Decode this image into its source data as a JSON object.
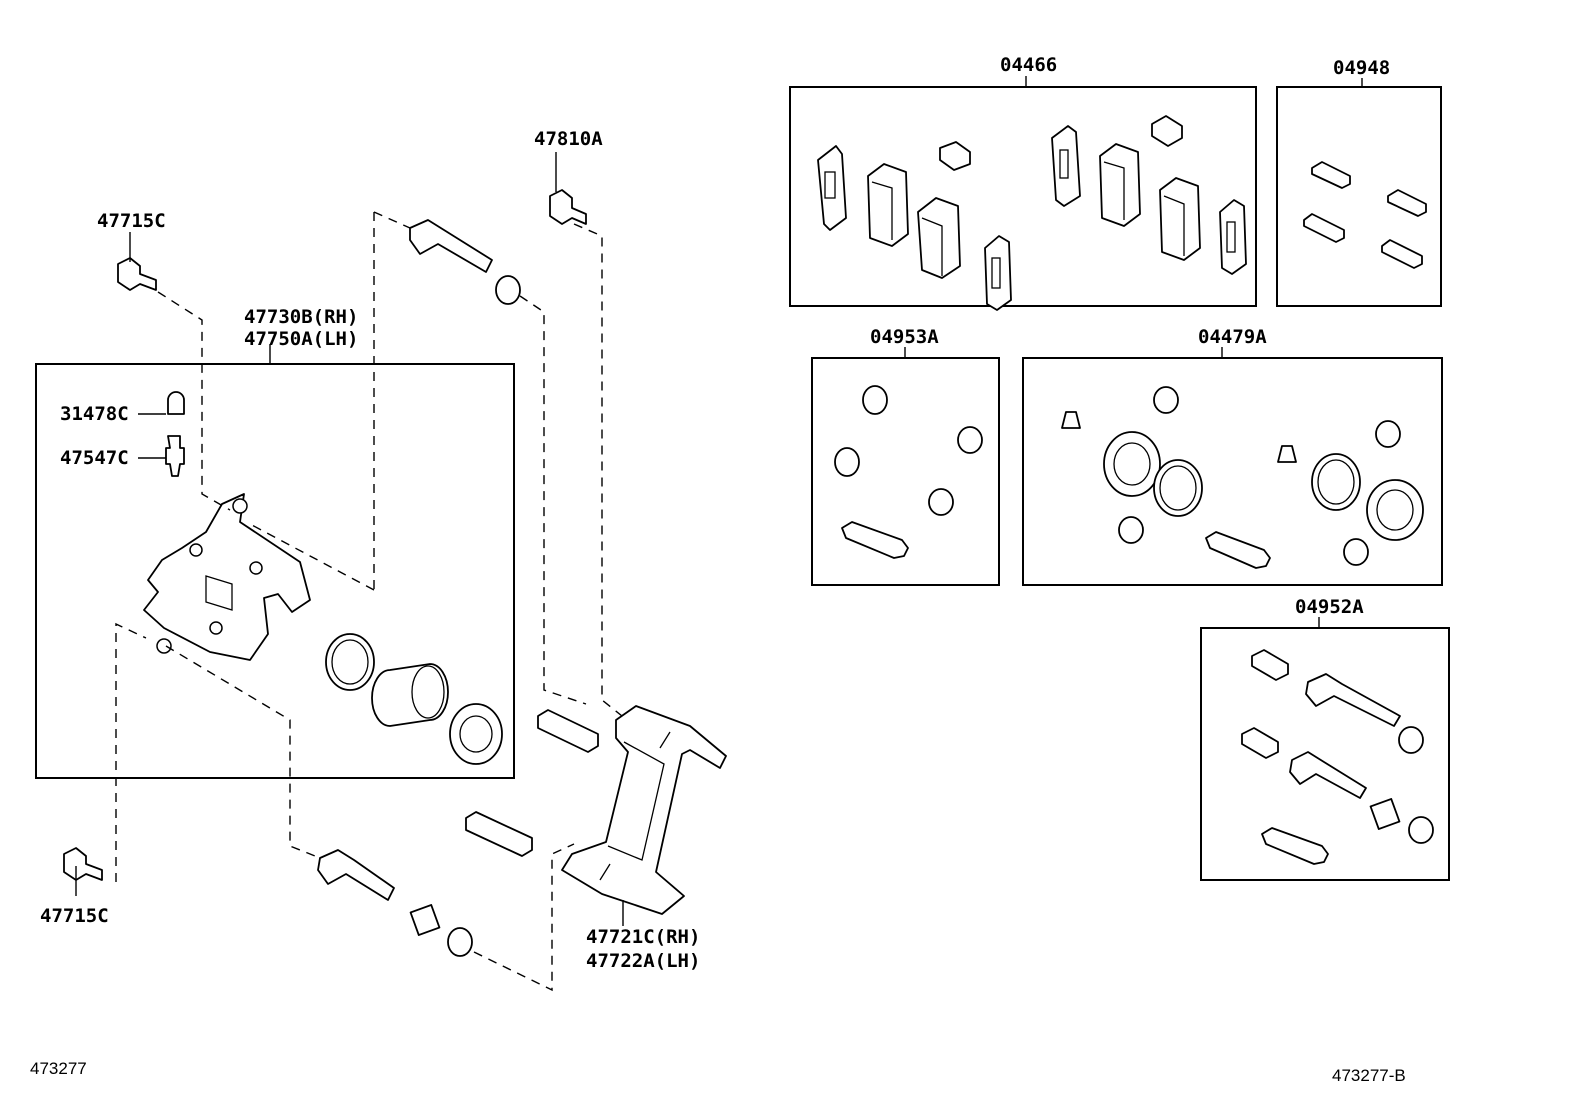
{
  "labels": {
    "kit_04466": "04466",
    "kit_04948": "04948",
    "kit_04953A": "04953A",
    "kit_04479A": "04479A",
    "kit_04952A": "04952A",
    "bolt_47810A": "47810A",
    "bolt_47715C_top": "47715C",
    "bolt_47715C_bottom": "47715C",
    "caliper_rh": "47730B(RH)",
    "caliper_lh": "47750A(LH)",
    "cap_31478C": "31478C",
    "bleeder_47547C": "47547C",
    "mounting_rh": "47721C(RH)",
    "mounting_lh": "47722A(LH)"
  },
  "reference": {
    "left": "473277",
    "right": "473277-B"
  }
}
